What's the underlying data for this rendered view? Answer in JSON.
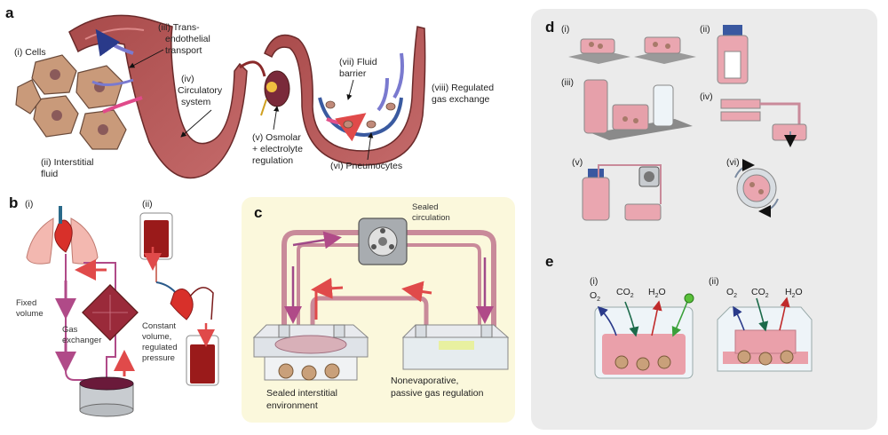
{
  "panels": {
    "a": {
      "letter": "a",
      "cells": "(i) Cells",
      "interstitial": [
        "(ii) Interstitial",
        "fluid"
      ],
      "trans": [
        "(iii) Trans-",
        "endothelial",
        "transport"
      ],
      "circ": [
        "(iv)",
        "Circulatory",
        "system"
      ],
      "osmolar": [
        "(v) Osmolar",
        "+ electrolyte",
        "regulation"
      ],
      "pneumo": "(vi) Pneumocytes",
      "barrier": [
        "(vii) Fluid",
        "barrier"
      ],
      "gas": [
        "(viii) Regulated",
        "gas exchange"
      ]
    },
    "b": {
      "letter": "b",
      "i": "(i)",
      "ii": "(ii)",
      "fixed": [
        "Fixed",
        "volume"
      ],
      "exchanger": [
        "Gas",
        "exchanger"
      ],
      "constant": [
        "Constant",
        "volume,",
        "regulated",
        "pressure"
      ]
    },
    "c": {
      "letter": "c",
      "sealed_circ": [
        "Sealed",
        "circulation"
      ],
      "sealed_int": [
        "Sealed interstitial",
        "environment"
      ],
      "nonevap": [
        "Nonevaporative,",
        "passive gas regulation"
      ]
    },
    "d": {
      "letter": "d",
      "labels": [
        "(i)",
        "(ii)",
        "(iii)",
        "(iv)",
        "(v)",
        "(vi)"
      ]
    },
    "e": {
      "letter": "e",
      "labels": [
        "(i)",
        "(ii)"
      ],
      "o2": "O",
      "co2": "CO",
      "h2o": "H",
      "sub2": "2",
      "o_suffix": "O"
    }
  }
}
